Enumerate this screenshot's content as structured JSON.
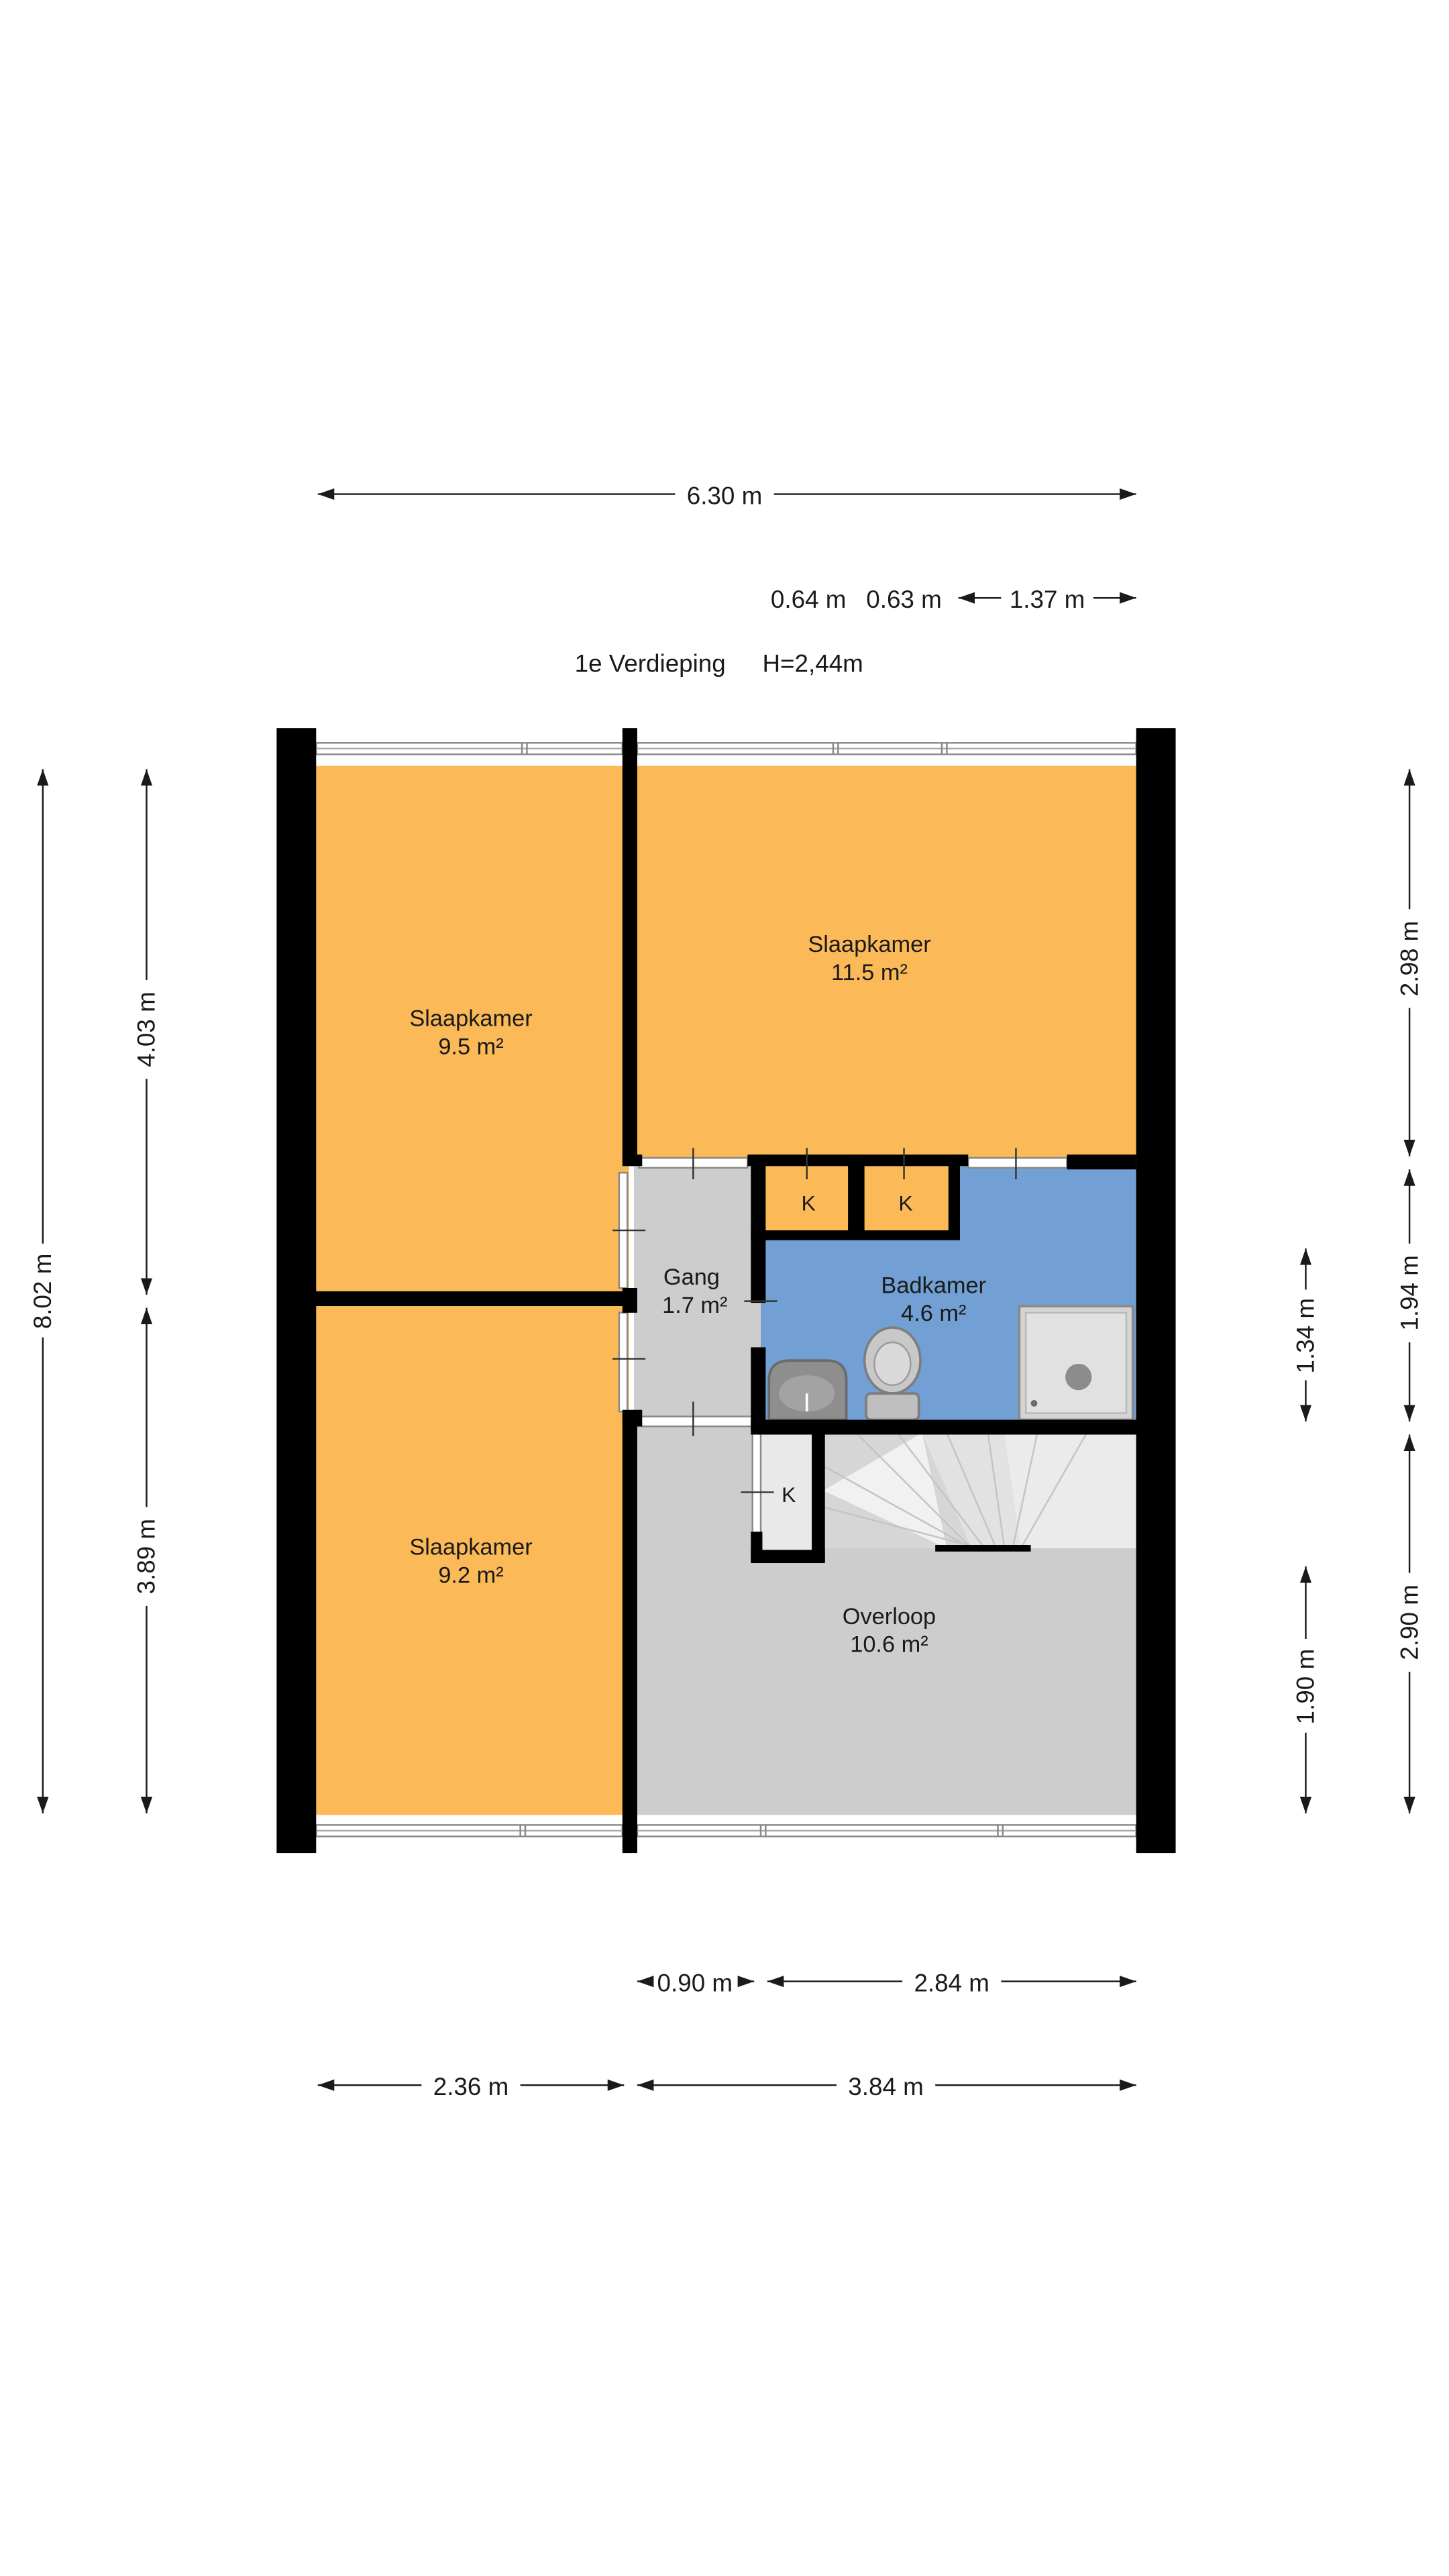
{
  "floor": {
    "name": "1e Verdieping",
    "height": "H=2,44m"
  },
  "rooms": {
    "bedroom_top_left": {
      "name": "Slaapkamer",
      "area": "9.5 m²"
    },
    "bedroom_top_right": {
      "name": "Slaapkamer",
      "area": "11.5 m²"
    },
    "bedroom_bottom_left": {
      "name": "Slaapkamer",
      "area": "9.2 m²"
    },
    "hall": {
      "name": "Gang",
      "area": "1.7 m²"
    },
    "bathroom": {
      "name": "Badkamer",
      "area": "4.6 m²"
    },
    "landing": {
      "name": "Overloop",
      "area": "10.6 m²"
    }
  },
  "closets": {
    "c1": "K",
    "c2": "K",
    "c3": "K"
  },
  "dimensions": {
    "top_total": "6.30 m",
    "top_a": "0.64 m",
    "top_b": "0.63 m",
    "top_c": "1.37 m",
    "left_outer": "8.02 m",
    "left_upper": "4.03 m",
    "left_lower": "3.89 m",
    "right_a": "2.98 m",
    "right_b": "1.94 m",
    "right_c": "2.90 m",
    "right_inner_a": "1.34 m",
    "right_inner_b": "1.90 m",
    "bottom_a": "0.90 m",
    "bottom_b": "2.84 m",
    "bottom_c": "2.36 m",
    "bottom_d": "3.84 m"
  },
  "colors": {
    "bedroom": "#FBB958",
    "bathroom": "#72A0D4",
    "circulation": "#CDCDCD",
    "wall": "#000000",
    "stair": "#E2E2E2",
    "fixture": "#9E9E9E"
  }
}
